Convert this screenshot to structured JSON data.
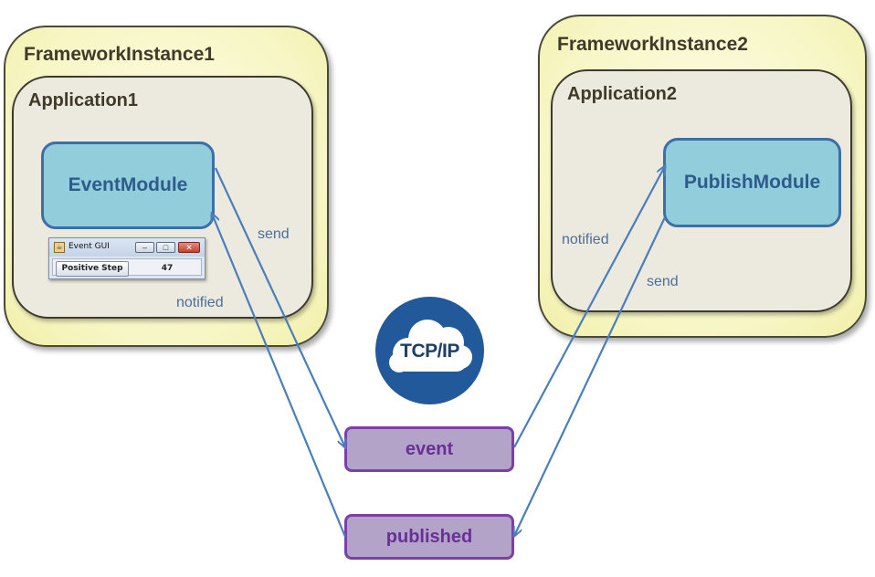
{
  "frameworks": [
    {
      "title": "FrameworkInstance1",
      "application": {
        "title": "Application1",
        "module": "EventModule"
      }
    },
    {
      "title": "FrameworkInstance2",
      "application": {
        "title": "Application2",
        "module": "PublishModule"
      }
    }
  ],
  "topics": {
    "event": "event",
    "published": "published"
  },
  "edge_labels": {
    "left_send": "send",
    "left_notified": "notified",
    "right_notified": "notified",
    "right_send": "send"
  },
  "network": {
    "label": "TCP/IP",
    "icon": "cloud-icon"
  },
  "event_gui": {
    "title": "Event GUI",
    "button_label": "Positive Step",
    "value": "47"
  },
  "colors": {
    "framework_fill": "#f7f6c4",
    "application_fill": "#ece9df",
    "module_fill": "#92cddc",
    "module_border": "#3e6ea8",
    "topic_fill": "#b4a3c8",
    "topic_border": "#7b3fa6",
    "arrow": "#4a7ebb",
    "network_badge": "#21599a"
  }
}
